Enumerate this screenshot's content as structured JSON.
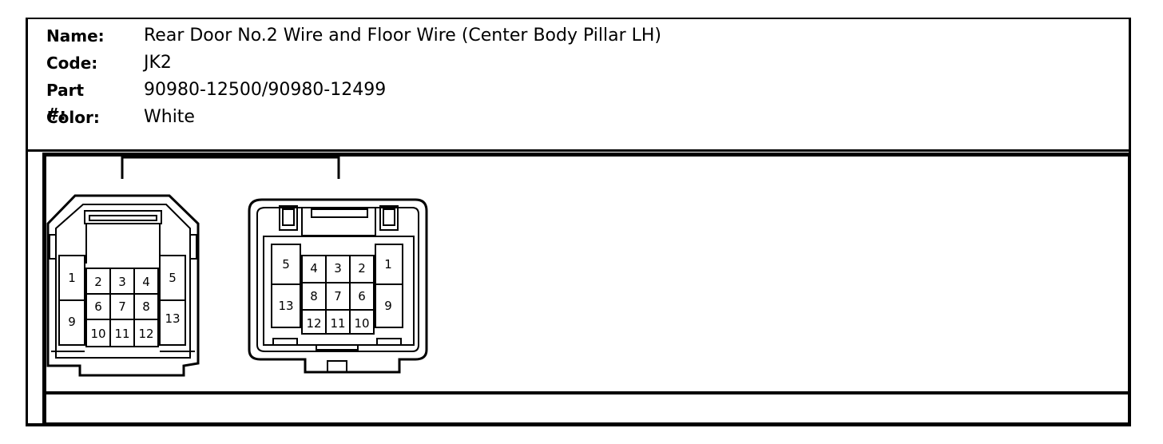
{
  "fields": [
    {
      "label": "Name:",
      "value": "Rear Door No.2 Wire and Floor Wire (Center Body Pillar LH)"
    },
    {
      "label": "Code:",
      "value": "JK2"
    },
    {
      "label": "Part #:",
      "value": "90980-12500/90980-12499"
    },
    {
      "label": "Color:",
      "value": "White"
    }
  ],
  "connector_left": {
    "pins": [
      "1",
      "2",
      "3",
      "4",
      "5",
      "6",
      "7",
      "8",
      "9",
      "10",
      "11",
      "12",
      "13"
    ]
  },
  "connector_right": {
    "pins": [
      "1",
      "2",
      "3",
      "4",
      "5",
      "6",
      "7",
      "8",
      "9",
      "10",
      "11",
      "12",
      "13"
    ]
  }
}
